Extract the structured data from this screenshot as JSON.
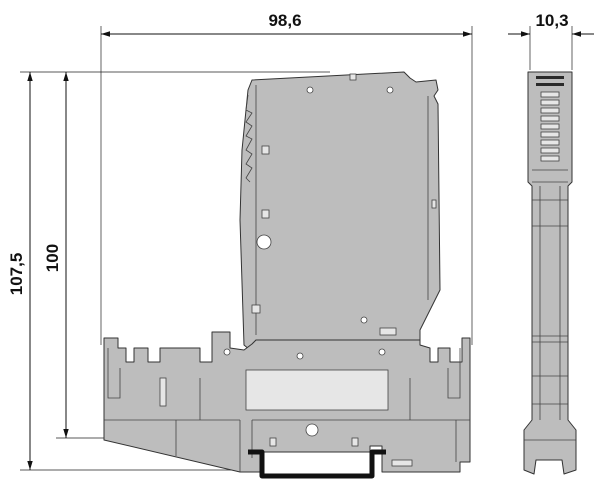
{
  "dimensions": {
    "width_main": "98,6",
    "width_side": "10,3",
    "height_total": "107,5",
    "height_body": "100"
  }
}
